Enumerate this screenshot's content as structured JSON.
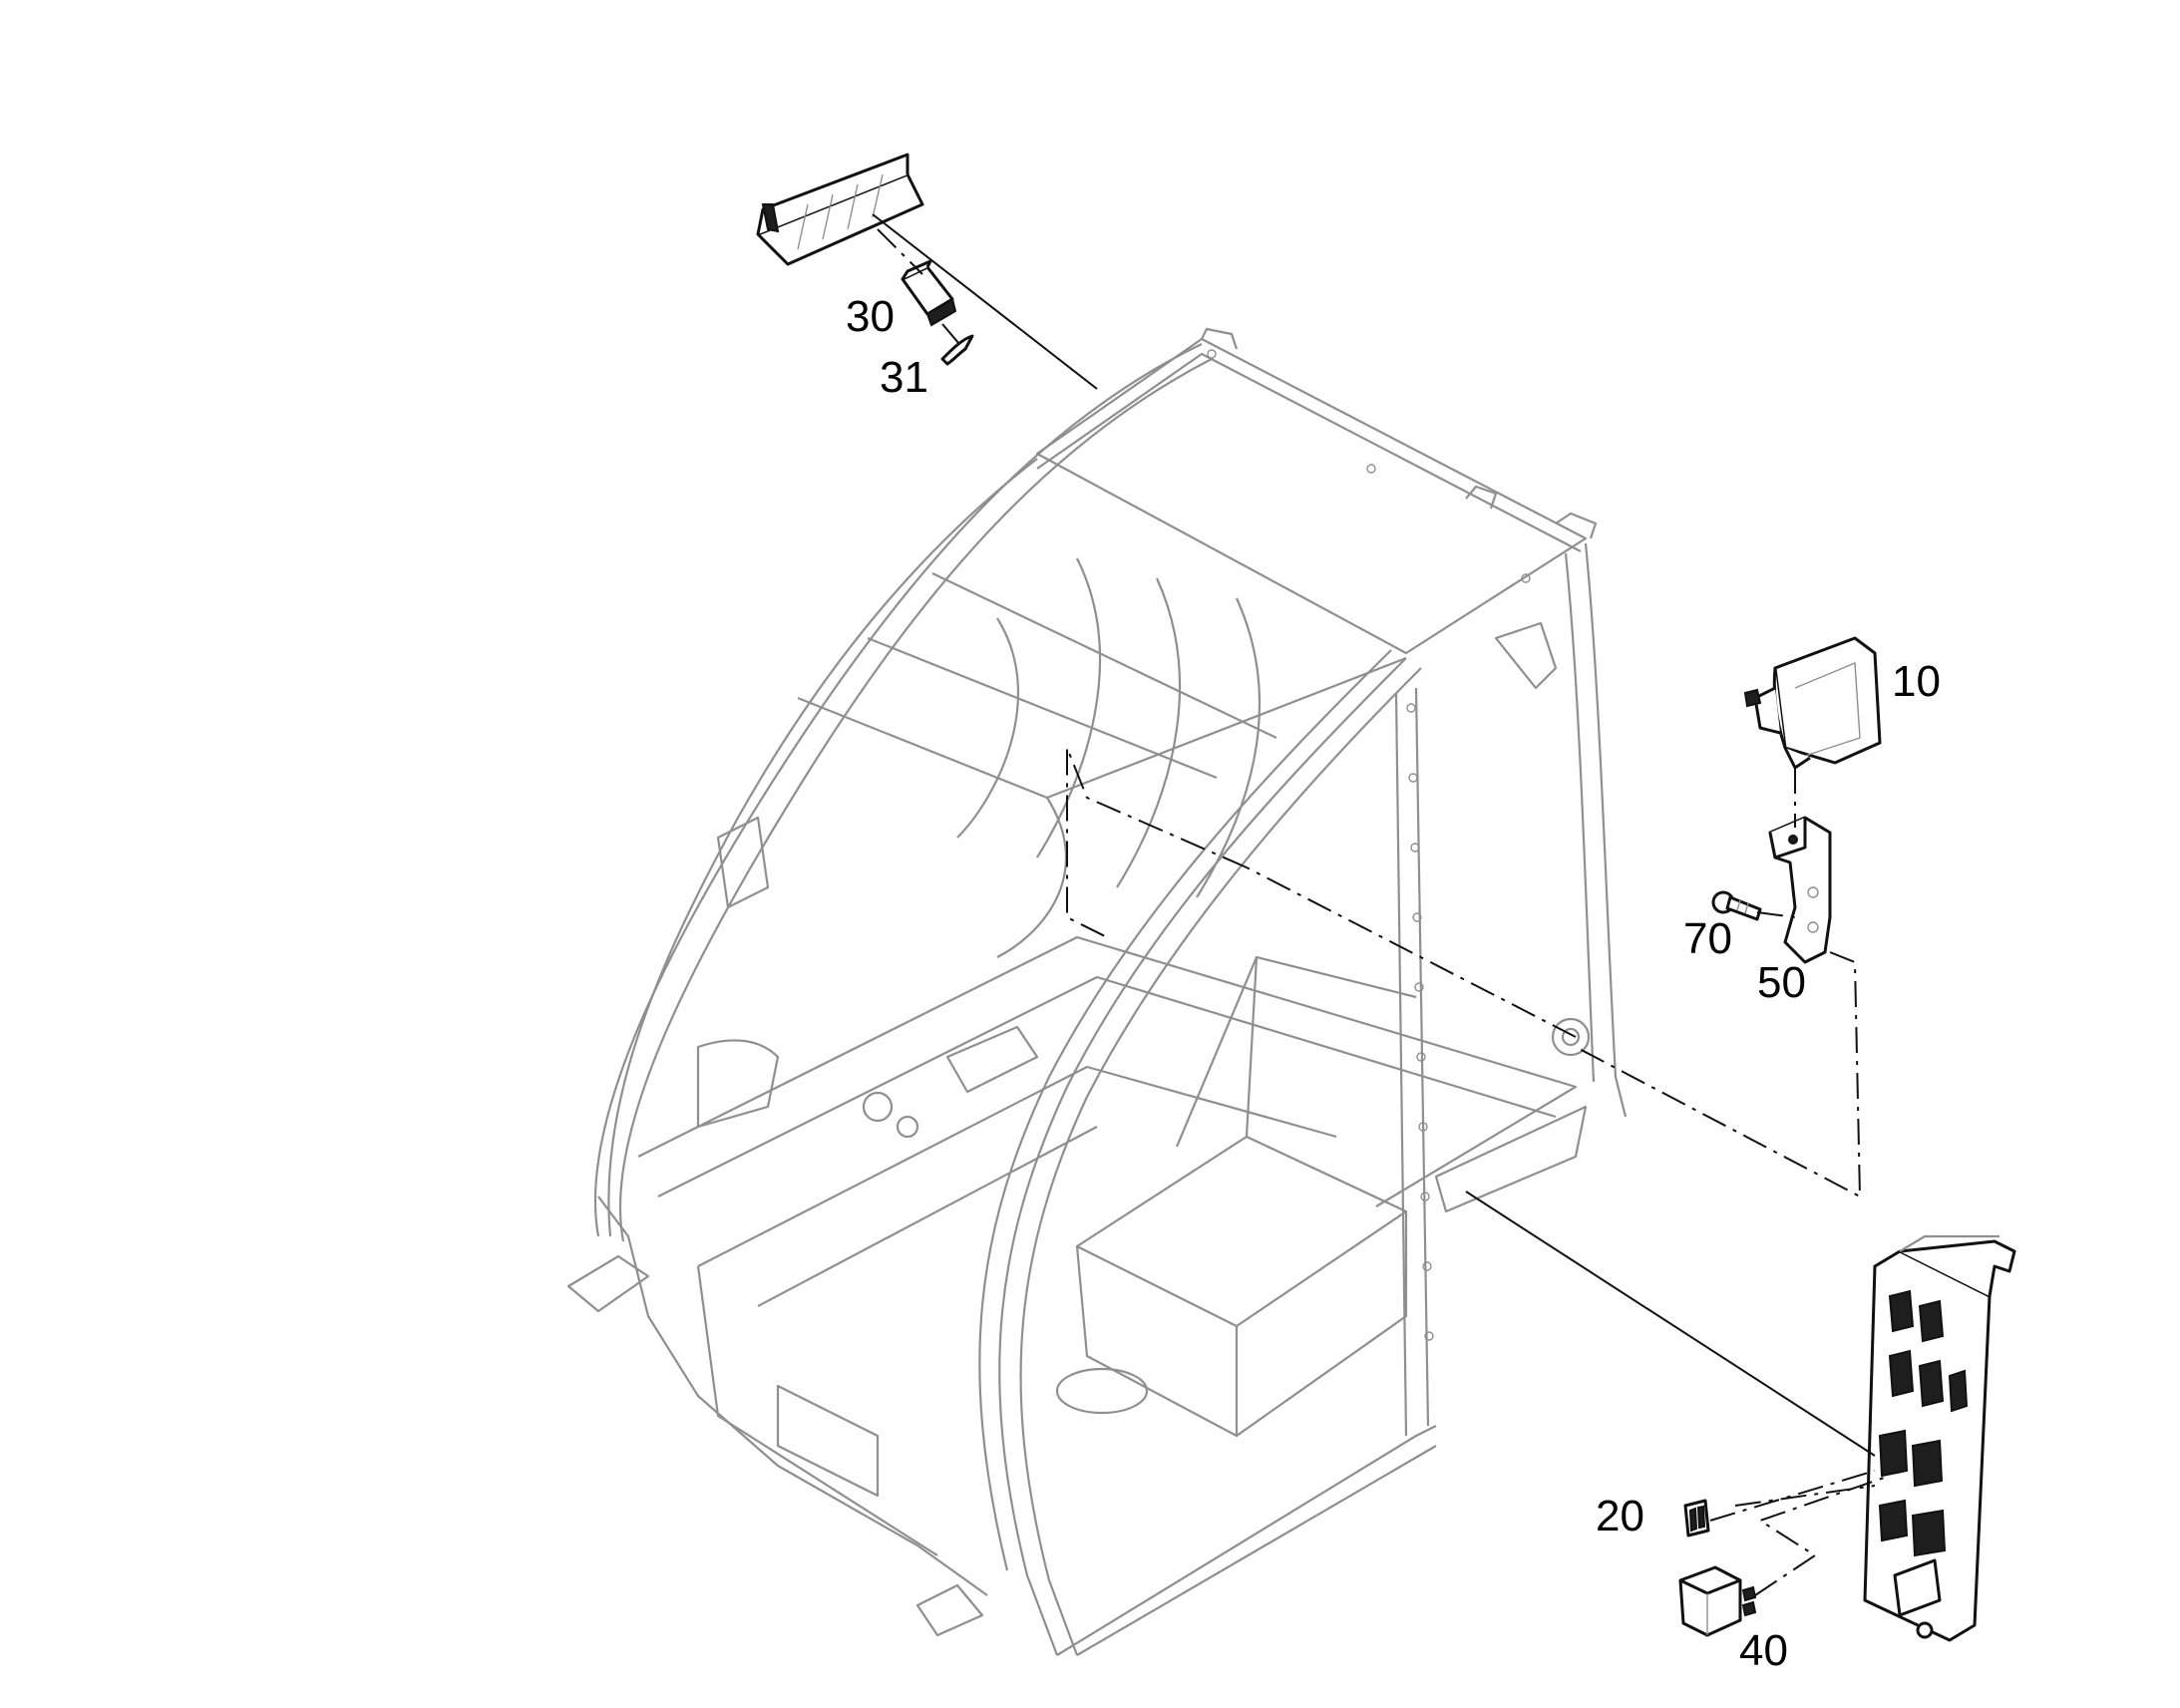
{
  "diagram": {
    "callouts": {
      "c10": "10",
      "c20": "20",
      "c30": "30",
      "c31": "31",
      "c40": "40",
      "c50": "50",
      "c70": "70"
    }
  }
}
